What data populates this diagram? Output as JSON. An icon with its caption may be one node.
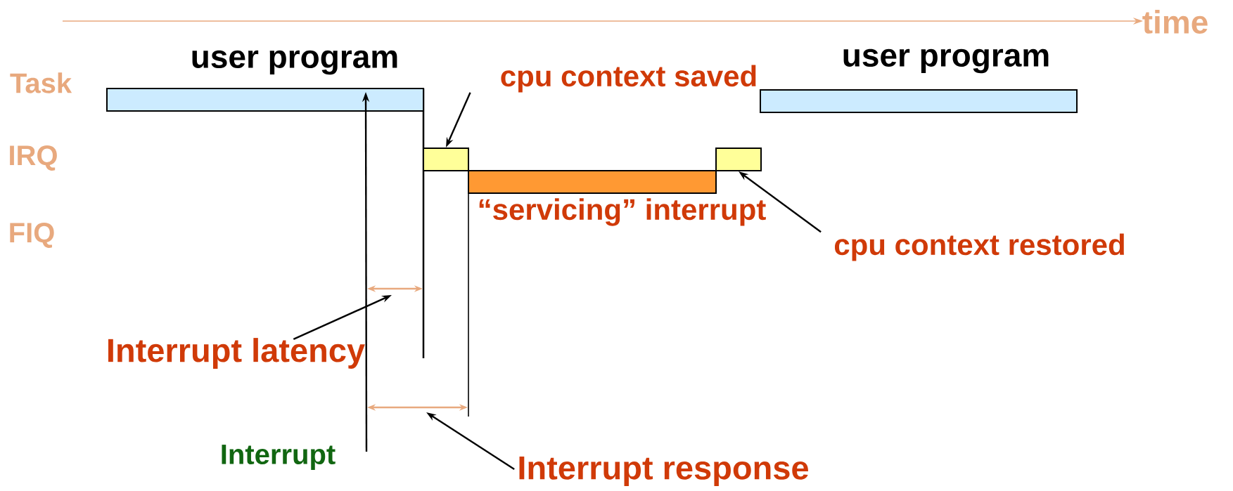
{
  "diagram": {
    "nodes": [
      {
        "text": [
          "user program"
        ]
      },
      {
        "text": [
          "cpu context saved"
        ]
      },
      {
        "text": [
          "user program"
        ]
      },
      {
        "text": [],
        "shape": "box"
      },
      {
        "text": [
          "“servicing” interrupt"
        ]
      },
      {
        "text": [],
        "shape": "box"
      },
      {
        "text": [
          "cpu context restored"
        ]
      },
      {
        "text": [
          "Interrupt latency"
        ]
      },
      {
        "text": [
          "Interrupt response"
        ]
      }
    ],
    "edges": [
      {
        "from": 1,
        "to": 3,
        "arrow": "to"
      },
      {
        "from": 6,
        "to": 5,
        "arrow": "to"
      },
      {
        "from": 7,
        "to": null,
        "arrow": "to"
      },
      {
        "from": 8,
        "to": null,
        "arrow": "to"
      },
      {
        "from": null,
        "to": 0,
        "arrow": "to"
      }
    ],
    "labels": [
      "time",
      "Task",
      "IRQ",
      "FIQ",
      "Interrupt"
    ]
  }
}
